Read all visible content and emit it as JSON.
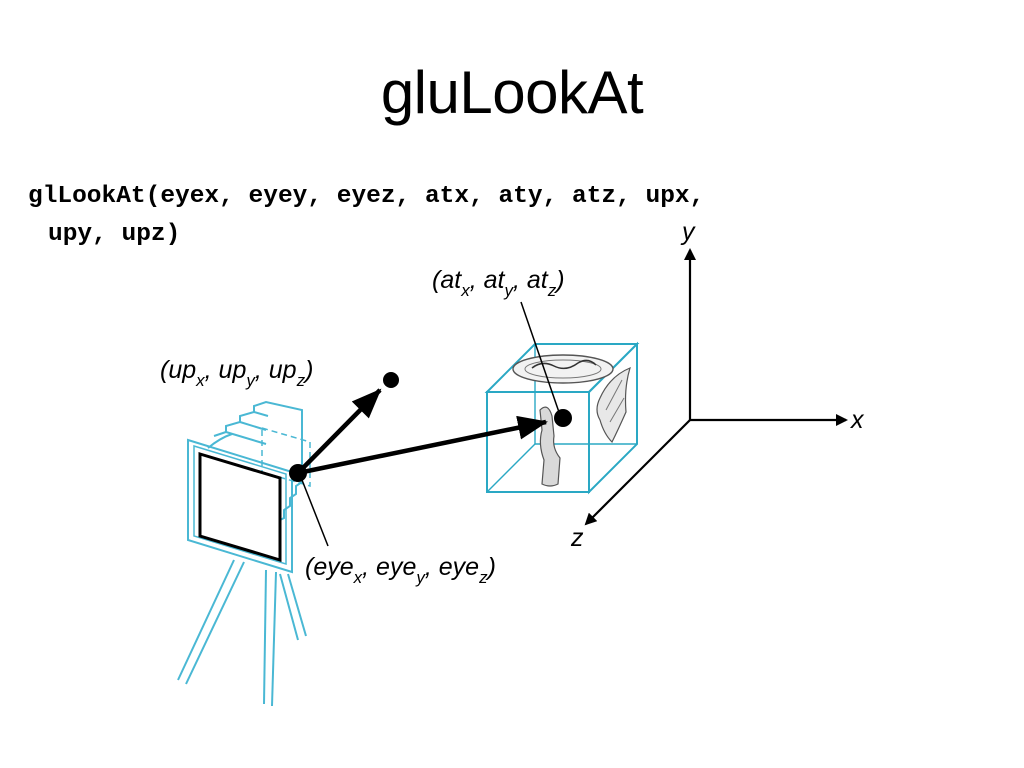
{
  "title": "gluLookAt",
  "code": {
    "line1": "glLookAt(eyex, eyey, eyez, atx, aty, atz, upx,",
    "line2": "upy, upz)"
  },
  "diagram": {
    "axes": {
      "x": "x",
      "y": "y",
      "z": "z"
    },
    "labels": {
      "at": {
        "open": "(",
        "parts": [
          {
            "base": "at",
            "sub": "x"
          },
          {
            "base": "at",
            "sub": "y"
          },
          {
            "base": "at",
            "sub": "z"
          }
        ],
        "close": ")"
      },
      "up": {
        "open": "(",
        "parts": [
          {
            "base": "up",
            "sub": "x"
          },
          {
            "base": "up",
            "sub": "y"
          },
          {
            "base": "up",
            "sub": "z"
          }
        ],
        "close": ")"
      },
      "eye": {
        "open": "(",
        "parts": [
          {
            "base": "eye",
            "sub": "x"
          },
          {
            "base": "eye",
            "sub": "y"
          },
          {
            "base": "eye",
            "sub": "z"
          }
        ],
        "close": ")"
      },
      "separator": ", "
    },
    "colors": {
      "camera": "#4ab8d4",
      "cube": "#2aa8c4",
      "ink": "#000000"
    }
  }
}
